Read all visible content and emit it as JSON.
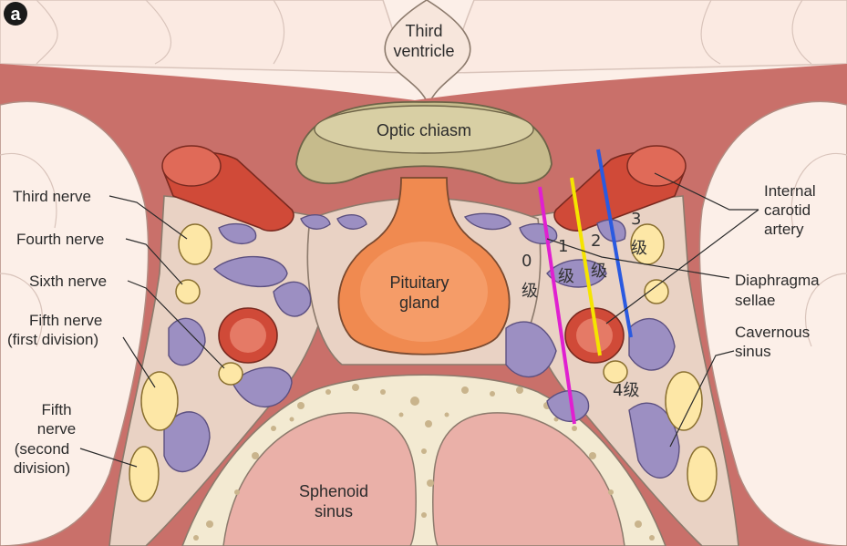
{
  "panel_label": "a",
  "colors": {
    "brain": "#fcefe8",
    "dura": "#c9706a",
    "cavity": "#e9d2c4",
    "optic": "#c6bb8c",
    "pituitary": "#f08a50",
    "artery": "#d04a38",
    "vein": "#9c8fc2",
    "nerve": "#fde7a6",
    "bone": "#f3ead2",
    "sinus": "#eab0a8",
    "grade0": "#e020d0",
    "grade1": "#f5e400",
    "grade2": "#2a5ae0"
  },
  "labels": {
    "third_ventricle": [
      "Third",
      "ventricle"
    ],
    "optic_chiasm": "Optic chiasm",
    "pituitary_gland": [
      "Pituitary",
      "gland"
    ],
    "sphenoid_sinus": [
      "Sphenoid",
      "sinus"
    ],
    "third_nerve": "Third nerve",
    "fourth_nerve": "Fourth nerve",
    "sixth_nerve": "Sixth nerve",
    "fifth_nerve_first": [
      "Fifth nerve",
      "(first division)"
    ],
    "fifth_nerve_second": [
      "Fifth",
      "nerve",
      "(second",
      "division)"
    ],
    "internal_carotid": [
      "Internal",
      "carotid",
      "artery"
    ],
    "diaphragma_sellae": [
      "Diaphragma",
      "sellae"
    ],
    "cavernous_sinus": [
      "Cavernous",
      "sinus"
    ]
  },
  "grades": {
    "g0": [
      "0",
      "级"
    ],
    "g1": [
      "1",
      "级"
    ],
    "g2": [
      "2",
      "级"
    ],
    "g3": [
      "3",
      "级"
    ],
    "g4": "4级"
  }
}
